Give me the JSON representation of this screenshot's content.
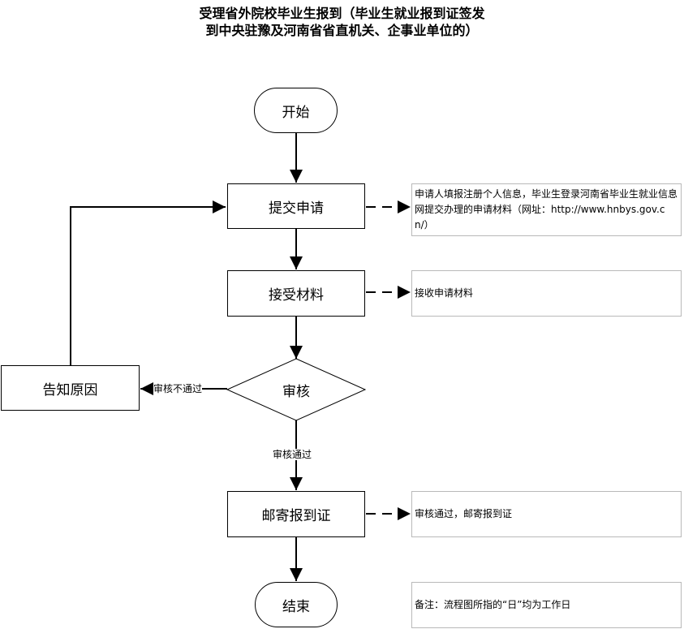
{
  "title": {
    "line1": "受理省外院校毕业生报到（毕业生就业报到证签发",
    "line2": "到中央驻豫及河南省省直机关、企事业单位的）"
  },
  "nodes": {
    "start": "开始",
    "submit": "提交申请",
    "receive": "接受材料",
    "review": "审核",
    "mail": "邮寄报到证",
    "end": "结束",
    "notify": "告知原因"
  },
  "edge_labels": {
    "fail": "审核不通过",
    "pass": "审核通过"
  },
  "notes": {
    "submit_note": "申请人填报注册个人信息，毕业生登录河南省毕业生就业信息网提交办理的申请材料（网址：http://www.hnbys.gov.cn/）",
    "receive_note": "接收申请材料",
    "mail_note": "审核通过，邮寄报到证",
    "remark": "备注：流程图所指的“日”均为工作日"
  }
}
